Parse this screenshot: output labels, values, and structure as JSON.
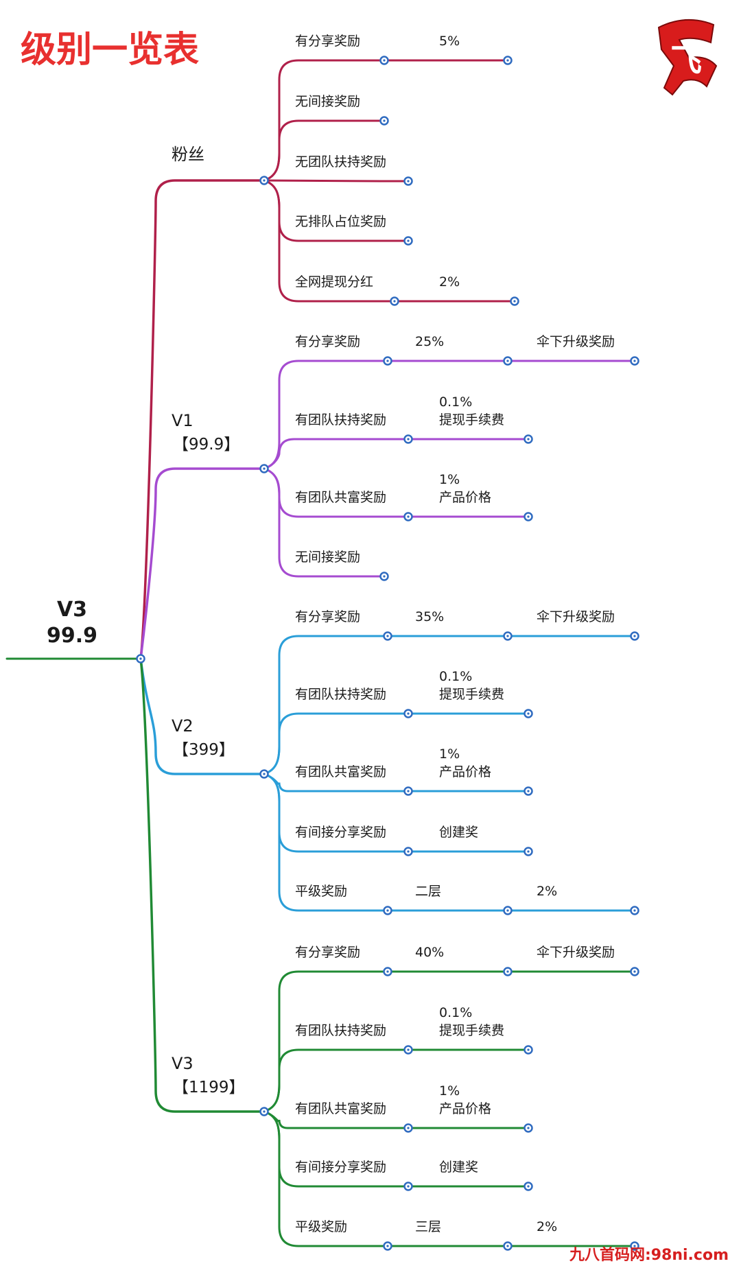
{
  "title": "级别一览表",
  "logo_text": "飞",
  "watermark": "九八首码网:98ni.com",
  "root": {
    "line1": "V3",
    "line2": "99.9"
  },
  "colors": {
    "title": "#e8302f",
    "fans": "#b0204a",
    "v1": "#a54bd0",
    "v2": "#2a9ed8",
    "v3": "#208a34",
    "node_fill": "#ffffff",
    "node_stroke": "#2f6bc0",
    "text": "#1a1a1a",
    "watermark": "#d61f1f"
  },
  "levels": [
    {
      "key": "fans",
      "name": "粉丝",
      "price": "",
      "items": [
        {
          "label": "有分享奖励",
          "cols": [
            "5%"
          ]
        },
        {
          "label": "无间接奖励",
          "cols": []
        },
        {
          "label": "无团队扶持奖励",
          "cols": []
        },
        {
          "label": "无排队占位奖励",
          "cols": []
        },
        {
          "label": "全网提现分红",
          "cols": [
            "2%"
          ]
        }
      ]
    },
    {
      "key": "v1",
      "name": "V1",
      "price": "【99.9】",
      "items": [
        {
          "label": "有分享奖励",
          "cols": [
            "25%",
            "伞下升级奖励"
          ]
        },
        {
          "label": "有团队扶持奖励",
          "cols": [
            "0.1%\n提现手续费"
          ]
        },
        {
          "label": "有团队共富奖励",
          "cols": [
            "1%\n产品价格"
          ]
        },
        {
          "label": "无间接奖励",
          "cols": []
        }
      ]
    },
    {
      "key": "v2",
      "name": "V2",
      "price": "【399】",
      "items": [
        {
          "label": "有分享奖励",
          "cols": [
            "35%",
            "伞下升级奖励"
          ]
        },
        {
          "label": "有团队扶持奖励",
          "cols": [
            "0.1%\n提现手续费"
          ]
        },
        {
          "label": "有团队共富奖励",
          "cols": [
            "1%\n产品价格"
          ]
        },
        {
          "label": "有间接分享奖励",
          "cols": [
            "创建奖"
          ]
        },
        {
          "label": "平级奖励",
          "cols": [
            "二层",
            "2%"
          ]
        }
      ]
    },
    {
      "key": "v3",
      "name": "V3",
      "price": "【1199】",
      "items": [
        {
          "label": "有分享奖励",
          "cols": [
            "40%",
            "伞下升级奖励"
          ]
        },
        {
          "label": "有团队扶持奖励",
          "cols": [
            "0.1%\n提现手续费"
          ]
        },
        {
          "label": "有团队共富奖励",
          "cols": [
            "1%\n产品价格"
          ]
        },
        {
          "label": "有间接分享奖励",
          "cols": [
            "创建奖"
          ]
        },
        {
          "label": "平级奖励",
          "cols": [
            "三层",
            "2%"
          ]
        }
      ]
    }
  ]
}
